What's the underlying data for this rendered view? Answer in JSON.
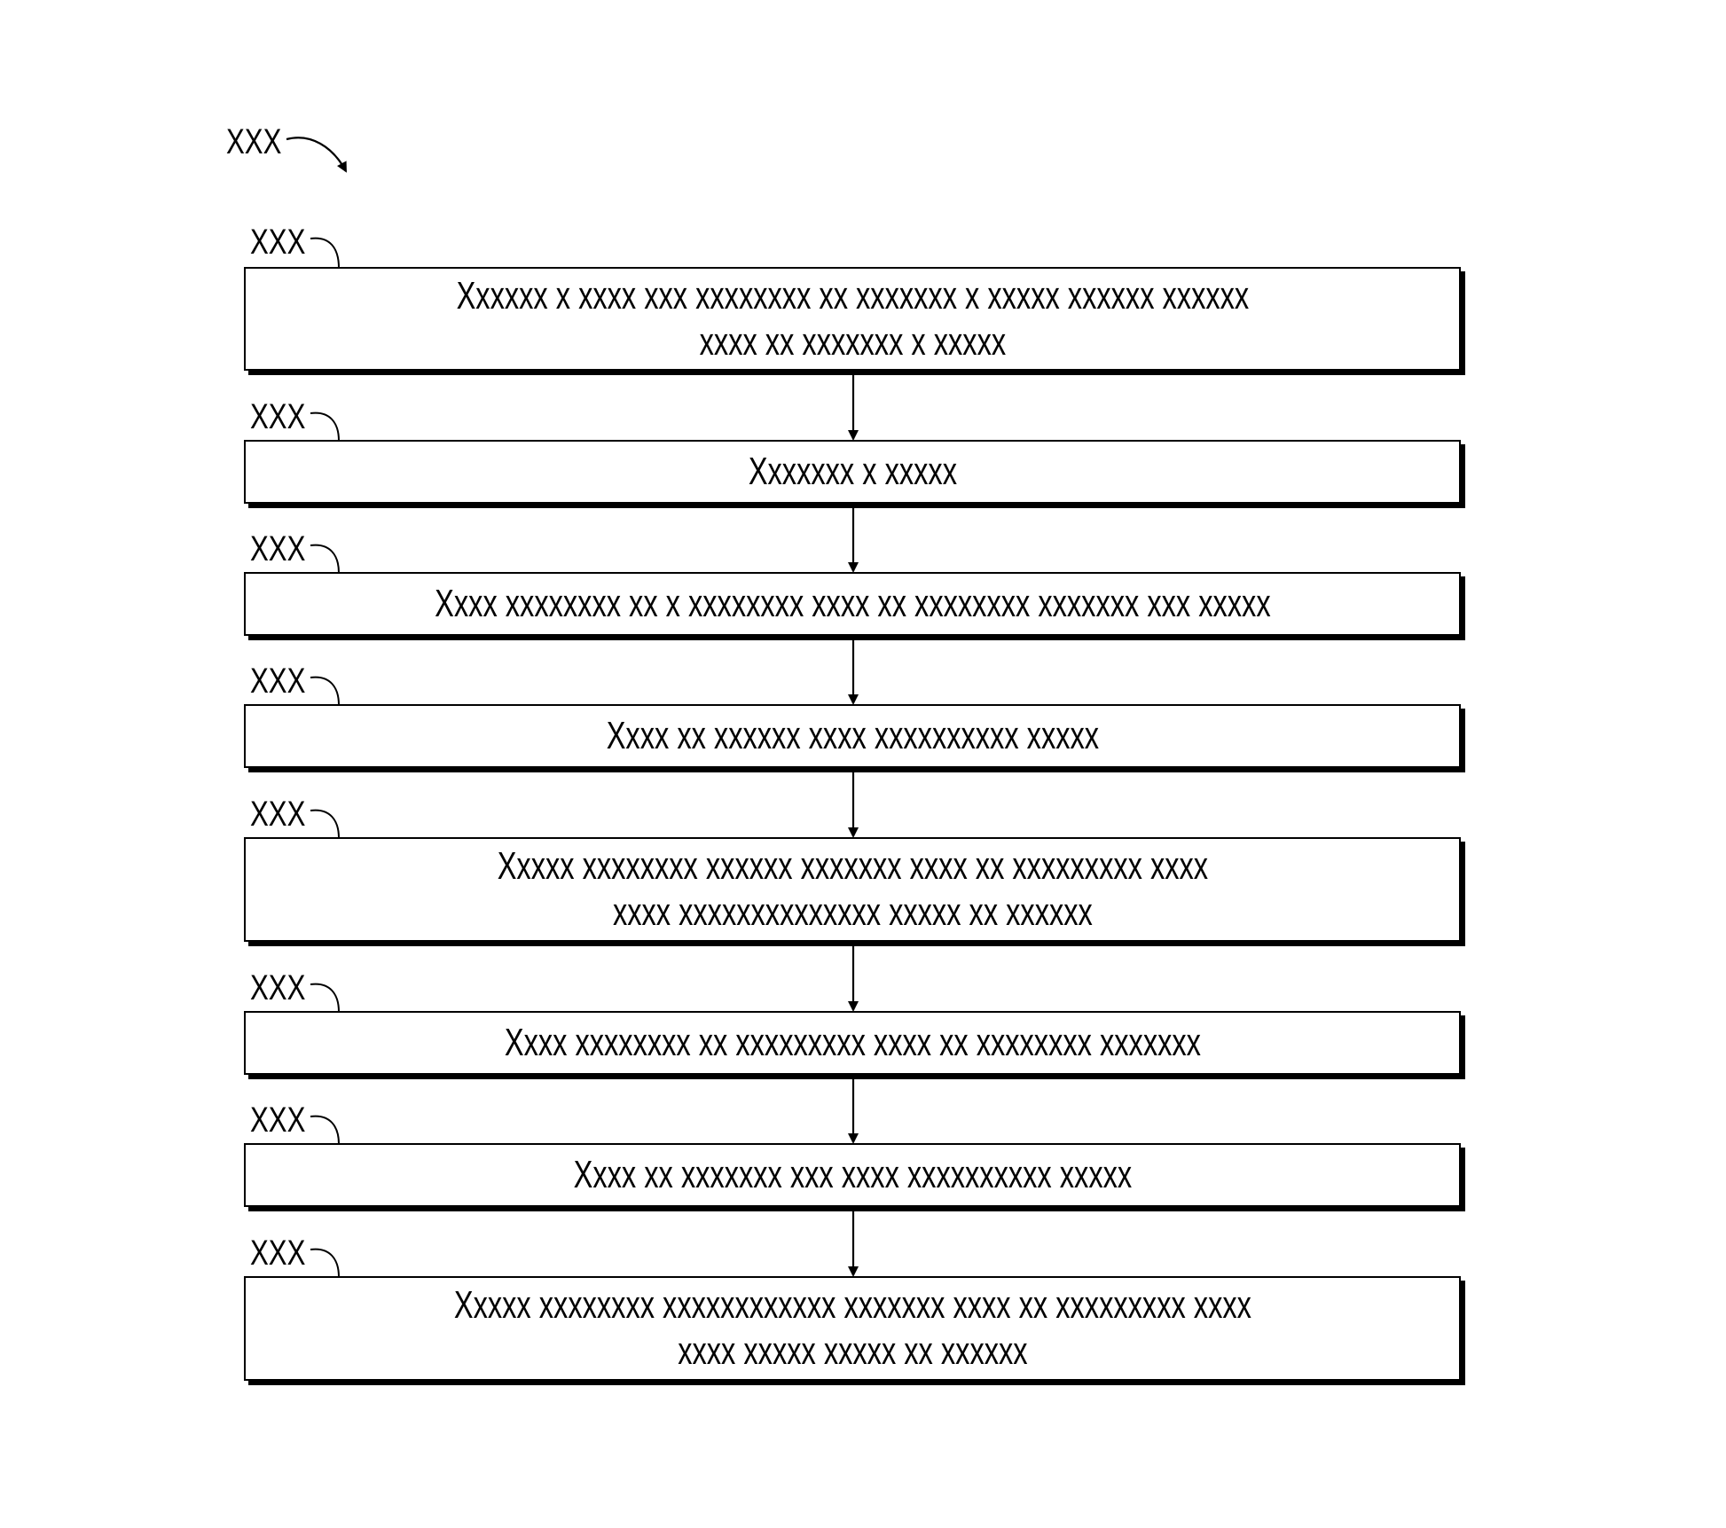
{
  "figure": {
    "ref_label": "XXX"
  },
  "steps": [
    {
      "ref": "XXX",
      "text": "Xxxxxx x xxxx xxx xxxxxxxx xx xxxxxxx x xxxxx xxxxxx xxxxxx\nxxxx xx xxxxxxx x xxxxx"
    },
    {
      "ref": "XXX",
      "text": "Xxxxxxx x xxxxx"
    },
    {
      "ref": "XXX",
      "text": "Xxxx xxxxxxxx xx x xxxxxxxx xxxx xx xxxxxxxx xxxxxxx xxx xxxxx"
    },
    {
      "ref": "XXX",
      "text": "Xxxx xx xxxxxx xxxx xxxxxxxxxx xxxxx"
    },
    {
      "ref": "XXX",
      "text": "Xxxxx xxxxxxxx xxxxxx xxxxxxx xxxx xx xxxxxxxxx xxxx\nxxxx xxxxxxxxxxxxxx xxxxx xx xxxxxx"
    },
    {
      "ref": "XXX",
      "text": "Xxxx xxxxxxxx xx xxxxxxxxx xxxx xx xxxxxxxx xxxxxxx"
    },
    {
      "ref": "XXX",
      "text": "Xxxx xx xxxxxxx xxx xxxx xxxxxxxxxx xxxxx"
    },
    {
      "ref": "XXX",
      "text": "Xxxxx xxxxxxxx xxxxxxxxxxxx xxxxxxx xxxx xx xxxxxxxxx xxxx\nxxxx xxxxx xxxxx xx xxxxxx"
    }
  ]
}
